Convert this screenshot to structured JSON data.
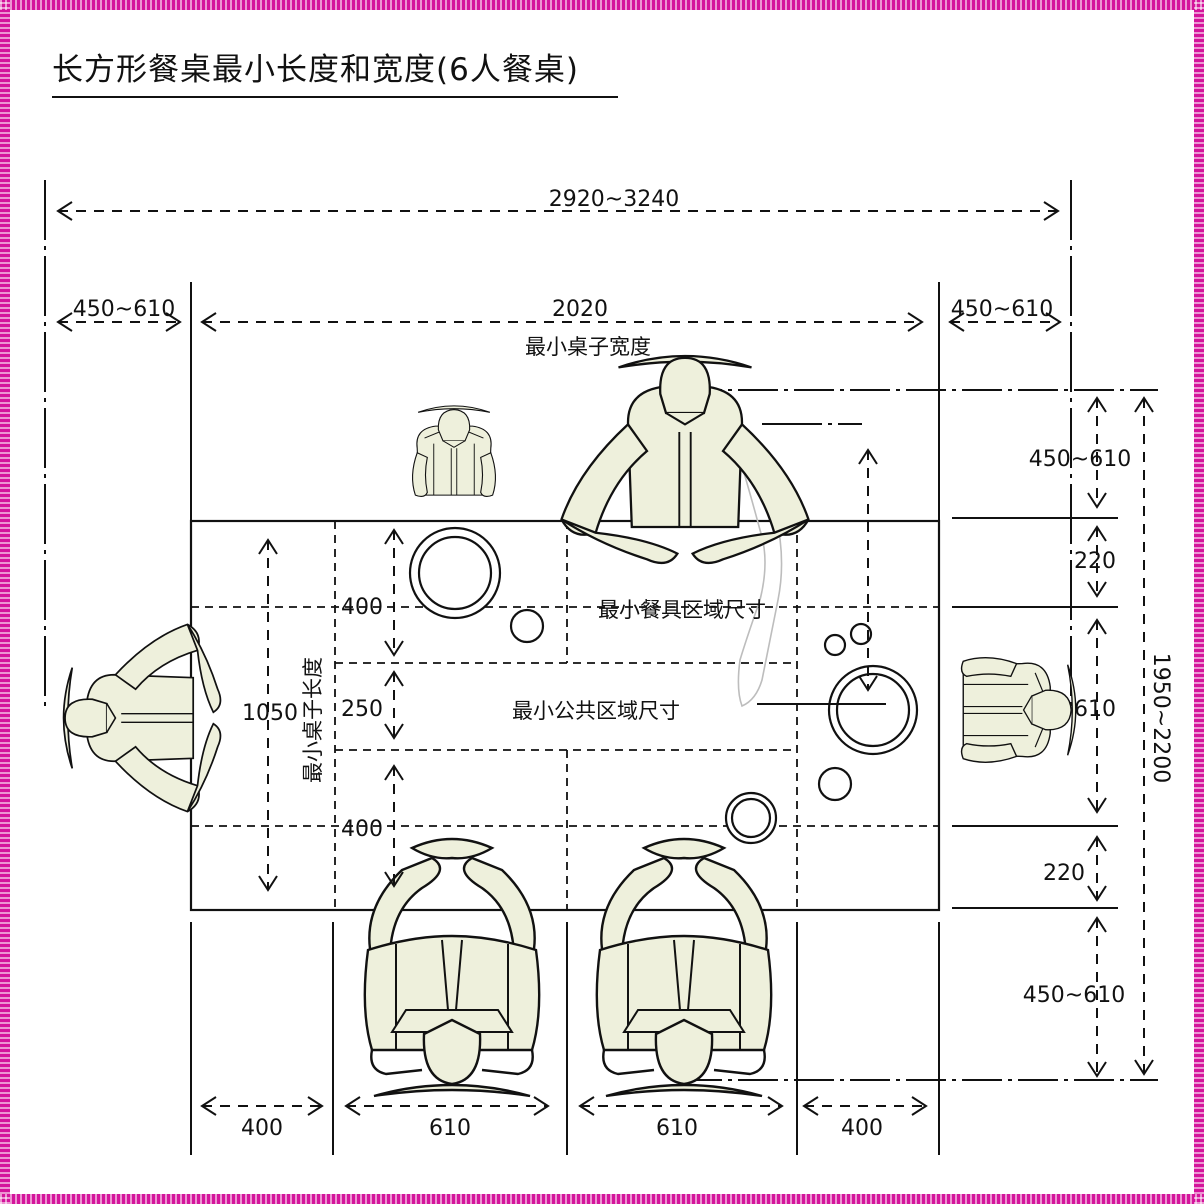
{
  "title": "长方形餐桌最小长度和宽度(6人餐桌)",
  "dimensions": {
    "overall_width": "2920~3240",
    "left_clearance": "450~610",
    "table_width": "2020",
    "right_clearance": "450~610",
    "top_clearance": "450~610",
    "top_place_depth": "220",
    "center_width_right": "610",
    "bottom_place_depth": "220",
    "bottom_clearance": "450~610",
    "overall_height": "1950~2200",
    "table_length": "1050",
    "place_depth_top": "400",
    "center_depth": "250",
    "place_depth_bottom": "400",
    "bottom_seg_1": "400",
    "bottom_seg_2": "610",
    "bottom_seg_3": "610",
    "bottom_seg_4": "400"
  },
  "labels": {
    "min_table_width": "最小桌子宽度",
    "min_table_length": "最小桌子长度",
    "min_tableware_area": "最小餐具区域尺寸",
    "min_common_area": "最小公共区域尺寸"
  },
  "colors": {
    "frame": "#d4149b",
    "figure_fill": "#eef0dc",
    "ink": "#111111"
  }
}
